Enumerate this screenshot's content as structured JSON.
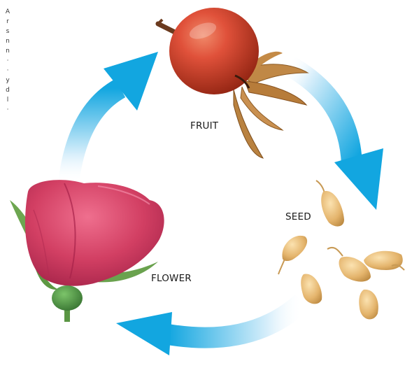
{
  "diagram": {
    "stages": {
      "fruit": "FRUIT",
      "seed": "SEED",
      "flower": "FLOWER"
    },
    "colors": {
      "arrow": "#12a6e0",
      "arrow_light": "#d7eefb",
      "flower_petal": "#d24266",
      "flower_petal_dark": "#a8224a",
      "fruit": "#d2402a",
      "fruit_dark": "#9c2616",
      "seed": "#e2b470",
      "sepal": "#b07a3a",
      "stem": "#5f9a46"
    },
    "edge_glyphs": [
      "A",
      "r",
      "s",
      "n",
      "n",
      "·",
      "·",
      "y",
      "d",
      "l",
      "·"
    ]
  }
}
